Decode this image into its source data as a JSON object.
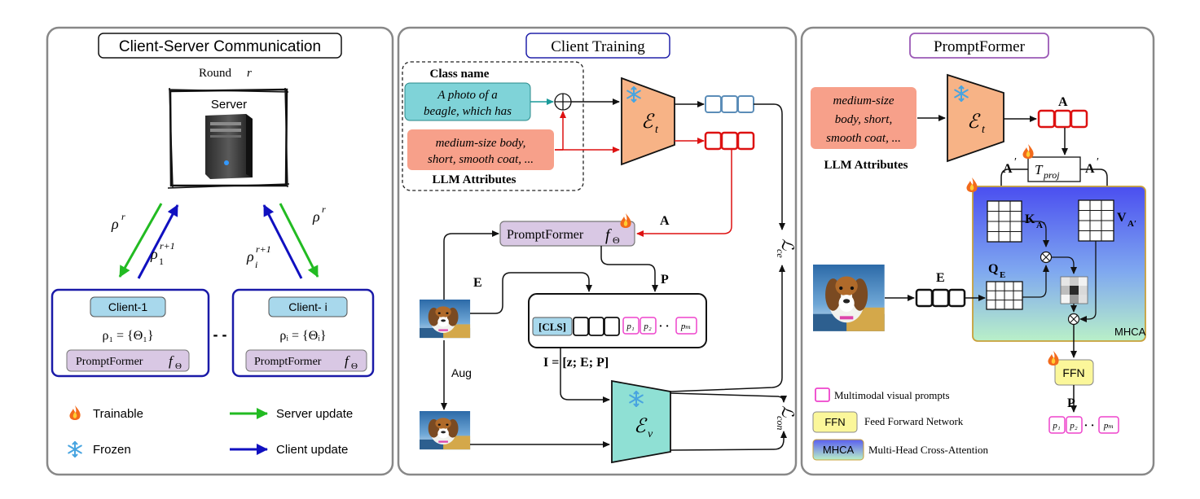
{
  "panels": {
    "left": {
      "title": "Client-Server Communication",
      "round_label": "Round",
      "round_var": "r",
      "server_label": "Server",
      "rho_r_left": "ρ",
      "rho_r_left_sup": "r",
      "rho_1_label": "ρ",
      "rho_1_sub": "1",
      "rho_1_sup": "r+1",
      "rho_i_label": "ρ",
      "rho_i_sub": "i",
      "rho_i_sup": "r+1",
      "rho_r_right": "ρ",
      "rho_r_right_sup": "r",
      "client1": {
        "name": "Client-1",
        "eq": "ρ₁ = {Θ₁}",
        "pf": "PromptFormer",
        "pf_f": "f",
        "pf_sub": "Θ"
      },
      "clienti": {
        "name": "Client- i",
        "eq": "ρᵢ = {Θᵢ}",
        "pf": "PromptFormer",
        "pf_f": "f",
        "pf_sub": "Θ"
      },
      "dots": "- -",
      "legend": {
        "trainable": "Trainable",
        "frozen": "Frozen",
        "server_update": "Server update",
        "client_update": "Client update"
      }
    },
    "middle": {
      "title": "Client Training",
      "class_name": "Class name",
      "class_text_1": "A photo of a",
      "class_text_2": "beagle, which has",
      "attr_text_1": "medium-size body,",
      "attr_text_2": "short, smooth coat, ...",
      "llm_attributes": "LLM Attributes",
      "text_encoder": "ℰ",
      "text_encoder_sub": "t",
      "promptformer": "PromptFormer",
      "promptformer_f": "f",
      "promptformer_sub": "Θ",
      "A_label": "A",
      "E_label": "E",
      "P_label": "P",
      "cls_label": "[CLS]",
      "p1": "p₁",
      "p2": "p₂",
      "pm": "pₘ",
      "dots": "· ·",
      "I_eq": "I = [z; E; P]",
      "aug": "Aug",
      "visual_encoder": "ℰ",
      "visual_encoder_sub": "v",
      "loss_ce": "ℒ",
      "loss_ce_sub": "ce",
      "loss_con": "ℒ",
      "loss_con_sub": "con"
    },
    "right": {
      "title": "PromptFormer",
      "attr_text_1": "medium-size",
      "attr_text_2": "body, short,",
      "attr_text_3": "smooth coat, ...",
      "llm_attributes": "LLM Attributes",
      "text_encoder": "ℰ",
      "text_encoder_sub": "t",
      "A_label": "A",
      "A_prime_left": "A",
      "A_prime_right": "A",
      "prime": "′",
      "tproj": "T",
      "tproj_sub": "proj",
      "K_label": "K",
      "K_sub": "A′",
      "V_label": "V",
      "V_sub": "A′",
      "Q_label": "Q",
      "Q_sub": "E",
      "E_label": "E",
      "mhca_label": "MHCA",
      "ffn_label": "FFN",
      "P_label": "P",
      "p1": "p₁",
      "p2": "p₂",
      "pm": "pₘ",
      "dots": "· ·",
      "legend": {
        "visual_prompts": "Multimodal visual prompts",
        "ffn_key": "FFN",
        "ffn_desc": "Feed Forward Network",
        "mhca_key": "MHCA",
        "mhca_desc": "Multi-Head Cross-Attention"
      }
    }
  },
  "colors": {
    "green_arrow": "#22bb22",
    "blue_arrow": "#1010c0",
    "client_border": "#1a1aa8",
    "client_label_bg": "#a8d8ec",
    "pf_bg": "#d9c8e4",
    "teal_box": "#7fd3d8",
    "attr_box": "#f7a08a",
    "text_enc": "#f7b386",
    "visual_enc": "#8fe0d4",
    "token_blue": "#5b8db8",
    "token_red": "#dd1111",
    "prompt_pink": "#ee44cc",
    "ffn_bg": "#fbf79a",
    "red_arrow": "#dd1111"
  },
  "icons": [
    "flame-icon",
    "snowflake-icon",
    "server-tower-icon",
    "dog-photo-icon",
    "oplus-icon",
    "otimes-icon"
  ]
}
